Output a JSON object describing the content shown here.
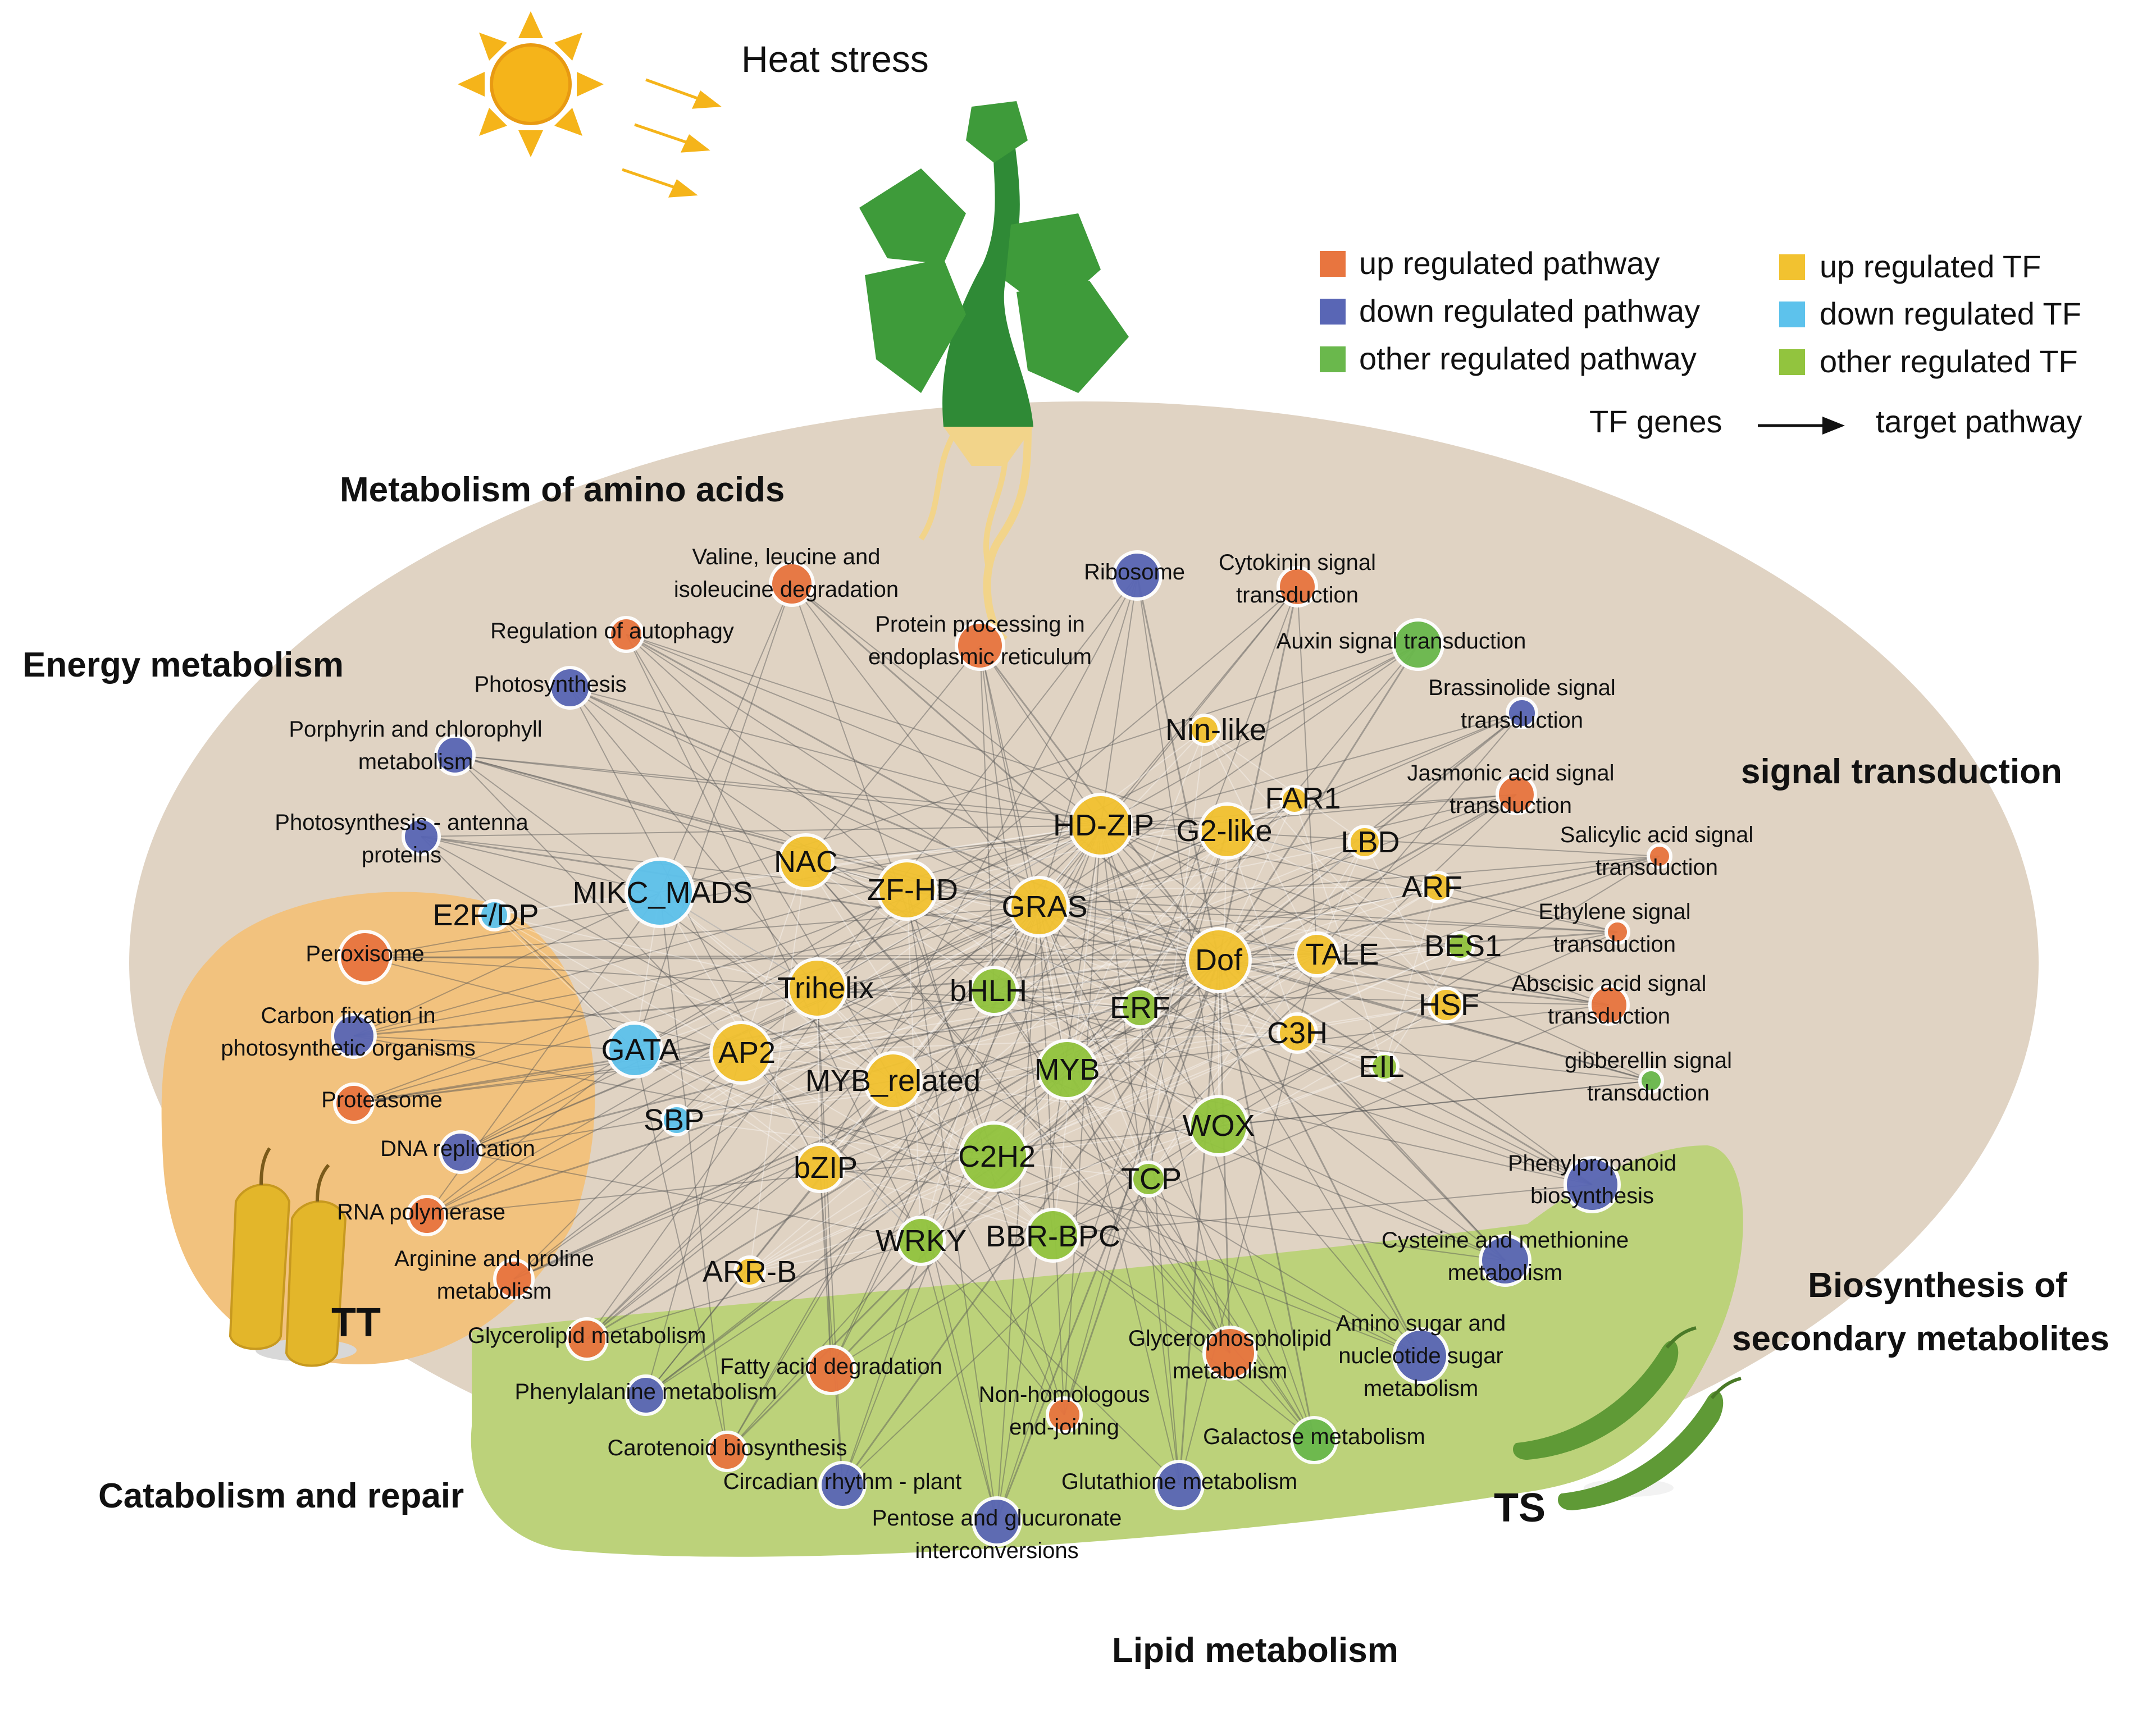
{
  "title": "Heat stress",
  "colors": {
    "ellipse": "#e0d3c3",
    "tt_region": "#f2c27e",
    "ts_region": "#bcd27a",
    "up_pathway": "#e8753f",
    "down_pathway": "#5966b5",
    "other_pathway": "#6ab84c",
    "up_tf": "#f2c230",
    "down_tf": "#5dc2ec",
    "other_tf": "#92c43e",
    "edge": "#555555",
    "sun": "#f5b41a",
    "plant_leaf": "#3e9b3a",
    "plant_stem": "#2f8a36",
    "root": "#f2d48a",
    "pepper_tt": "#e3b62a",
    "pepper_ts": "#5f9a36"
  },
  "legend": {
    "up_pathway": "up regulated pathway",
    "down_pathway": "down regulated pathway",
    "other_pathway": "other regulated pathway",
    "up_tf": "up regulated TF",
    "down_tf": "down regulated TF",
    "other_tf": "other regulated TF",
    "tf_genes": "TF genes",
    "target_pathway": "target pathway"
  },
  "categories": [
    {
      "id": "amino",
      "text": "Metabolism of  amino acids"
    },
    {
      "id": "energy",
      "text": "Energy metabolism"
    },
    {
      "id": "signal",
      "text": "signal transduction"
    },
    {
      "id": "secondary1",
      "text": "Biosynthesis of"
    },
    {
      "id": "secondary2",
      "text": "secondary metabolites"
    },
    {
      "id": "catabolism",
      "text": "Catabolism and repair"
    },
    {
      "id": "lipid",
      "text": "Lipid metabolism"
    }
  ],
  "groups": {
    "tt": "TT",
    "ts": "TS"
  },
  "pathways": [
    {
      "id": "valine",
      "lines": [
        "Valine, leucine and",
        "isoleucine degradation"
      ],
      "reg": "up"
    },
    {
      "id": "ribosome",
      "lines": [
        "Ribosome"
      ],
      "reg": "down"
    },
    {
      "id": "cytokinin",
      "lines": [
        "Cytokinin signal",
        "transduction"
      ],
      "reg": "up"
    },
    {
      "id": "autophagy",
      "lines": [
        "Regulation of autophagy"
      ],
      "reg": "up"
    },
    {
      "id": "protein_er",
      "lines": [
        "Protein processing in",
        "endoplasmic reticulum"
      ],
      "reg": "up"
    },
    {
      "id": "auxin",
      "lines": [
        "Auxin signal transduction"
      ],
      "reg": "other"
    },
    {
      "id": "photosynthesis",
      "lines": [
        "Photosynthesis"
      ],
      "reg": "down"
    },
    {
      "id": "brassinolide",
      "lines": [
        "Brassinolide signal",
        "transduction"
      ],
      "reg": "down"
    },
    {
      "id": "porphyrin",
      "lines": [
        "Porphyrin and chlorophyll",
        "metabolism"
      ],
      "reg": "down"
    },
    {
      "id": "jasmonic",
      "lines": [
        "Jasmonic acid signal",
        "transduction"
      ],
      "reg": "up"
    },
    {
      "id": "antenna",
      "lines": [
        "Photosynthesis - antenna",
        "proteins"
      ],
      "reg": "down"
    },
    {
      "id": "salicylic",
      "lines": [
        "Salicylic acid signal",
        "transduction"
      ],
      "reg": "up"
    },
    {
      "id": "peroxisome",
      "lines": [
        "Peroxisome"
      ],
      "reg": "up"
    },
    {
      "id": "ethylene",
      "lines": [
        "Ethylene signal",
        "transduction"
      ],
      "reg": "up"
    },
    {
      "id": "abscisic",
      "lines": [
        "Abscisic acid signal",
        "transduction"
      ],
      "reg": "up"
    },
    {
      "id": "carbon",
      "lines": [
        "Carbon fixation in",
        "photosynthetic organisms"
      ],
      "reg": "down"
    },
    {
      "id": "gibberellin",
      "lines": [
        "gibberellin signal",
        "transduction"
      ],
      "reg": "other"
    },
    {
      "id": "proteasome",
      "lines": [
        "Proteasome"
      ],
      "reg": "up"
    },
    {
      "id": "dna",
      "lines": [
        "DNA replication"
      ],
      "reg": "down"
    },
    {
      "id": "phenylpropanoid",
      "lines": [
        "Phenylpropanoid",
        "biosynthesis"
      ],
      "reg": "down"
    },
    {
      "id": "rnapol",
      "lines": [
        "RNA polymerase"
      ],
      "reg": "up"
    },
    {
      "id": "cysteine",
      "lines": [
        "Cysteine and methionine",
        "metabolism"
      ],
      "reg": "down"
    },
    {
      "id": "arginine",
      "lines": [
        "Arginine and proline",
        "metabolism"
      ],
      "reg": "up"
    },
    {
      "id": "glycerolipid",
      "lines": [
        "Glycerolipid metabolism"
      ],
      "reg": "up"
    },
    {
      "id": "glycerophospholipid",
      "lines": [
        "Glycerophospholipid",
        "metabolism"
      ],
      "reg": "up"
    },
    {
      "id": "amino_sugar",
      "lines": [
        "Amino sugar and",
        "nucleotide sugar",
        "metabolism"
      ],
      "reg": "down"
    },
    {
      "id": "fatty",
      "lines": [
        "Fatty acid degradation"
      ],
      "reg": "up"
    },
    {
      "id": "phenylalanine",
      "lines": [
        "Phenylalanine metabolism"
      ],
      "reg": "down"
    },
    {
      "id": "nhej",
      "lines": [
        "Non-homologous",
        "end-joining"
      ],
      "reg": "up"
    },
    {
      "id": "galactose",
      "lines": [
        "Galactose metabolism"
      ],
      "reg": "other"
    },
    {
      "id": "carotenoid",
      "lines": [
        "Carotenoid biosynthesis"
      ],
      "reg": "up"
    },
    {
      "id": "circadian",
      "lines": [
        "Circadian rhythm - plant"
      ],
      "reg": "down"
    },
    {
      "id": "glutathione",
      "lines": [
        "Glutathione metabolism"
      ],
      "reg": "down"
    },
    {
      "id": "pentose",
      "lines": [
        "Pentose and glucuronate",
        "interconversions"
      ],
      "reg": "down"
    }
  ],
  "tfs": [
    {
      "id": "nin",
      "text": "Nin-like",
      "reg": "up"
    },
    {
      "id": "far1",
      "text": "FAR1",
      "reg": "up"
    },
    {
      "id": "hdzip",
      "text": "HD-ZIP",
      "reg": "up"
    },
    {
      "id": "g2",
      "text": "G2-like",
      "reg": "up"
    },
    {
      "id": "lbd",
      "text": "LBD",
      "reg": "up"
    },
    {
      "id": "nac",
      "text": "NAC",
      "reg": "up"
    },
    {
      "id": "mikc",
      "text": "MIKC_MADS",
      "reg": "down"
    },
    {
      "id": "zfhd",
      "text": "ZF-HD",
      "reg": "up"
    },
    {
      "id": "gras",
      "text": "GRAS",
      "reg": "up"
    },
    {
      "id": "arf",
      "text": "ARF",
      "reg": "up"
    },
    {
      "id": "e2f",
      "text": "E2F/DP",
      "reg": "down"
    },
    {
      "id": "dof",
      "text": "Dof",
      "reg": "up"
    },
    {
      "id": "tale",
      "text": "TALE",
      "reg": "up"
    },
    {
      "id": "bes1",
      "text": "BES1",
      "reg": "other"
    },
    {
      "id": "trihelix",
      "text": "Trihelix",
      "reg": "up"
    },
    {
      "id": "bhlh",
      "text": "bHLH",
      "reg": "other"
    },
    {
      "id": "hsf",
      "text": "HSF",
      "reg": "up"
    },
    {
      "id": "erf",
      "text": "ERF",
      "reg": "other"
    },
    {
      "id": "gata",
      "text": "GATA",
      "reg": "down"
    },
    {
      "id": "ap2",
      "text": "AP2",
      "reg": "up"
    },
    {
      "id": "myb",
      "text": "MYB",
      "reg": "other"
    },
    {
      "id": "c3h",
      "text": "C3H",
      "reg": "up"
    },
    {
      "id": "mybrel",
      "text": "MYB_related",
      "reg": "up"
    },
    {
      "id": "eil",
      "text": "EIL",
      "reg": "other"
    },
    {
      "id": "sbp",
      "text": "SBP",
      "reg": "down"
    },
    {
      "id": "wox",
      "text": "WOX",
      "reg": "other"
    },
    {
      "id": "bzip",
      "text": "bZIP",
      "reg": "up"
    },
    {
      "id": "c2h2",
      "text": "C2H2",
      "reg": "other"
    },
    {
      "id": "tcp",
      "text": "TCP",
      "reg": "other"
    },
    {
      "id": "wrky",
      "text": "WRKY",
      "reg": "other"
    },
    {
      "id": "bbr",
      "text": "BBR-BPC",
      "reg": "other"
    },
    {
      "id": "arrb",
      "text": "ARR-B",
      "reg": "up"
    }
  ]
}
